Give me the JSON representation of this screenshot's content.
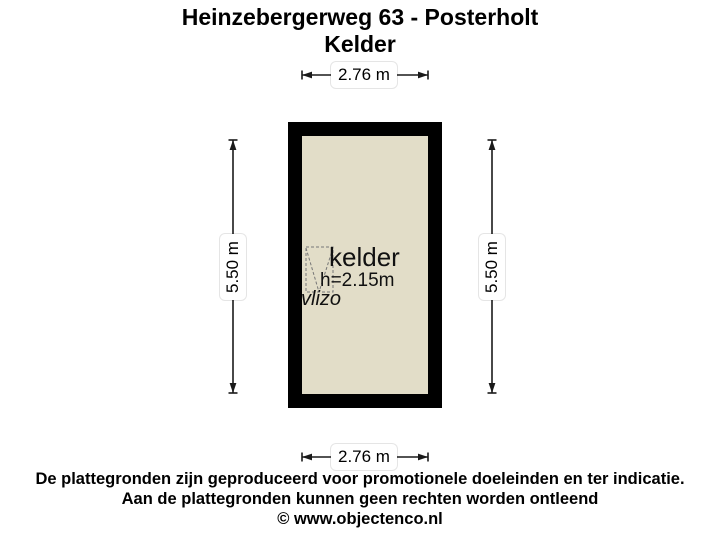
{
  "title": {
    "address": "Heinzebergerweg 63 - Posterholt",
    "floor": "Kelder"
  },
  "room": {
    "name": "kelder",
    "ceiling_height": "h=2.15m",
    "hatch_label": "vlizo"
  },
  "dimensions": {
    "width_top": "2.76 m",
    "width_bottom": "2.76 m",
    "height_left": "5.50 m",
    "height_right": "5.50 m"
  },
  "footer": {
    "disclaimer_line1": "De plattegronden zijn geproduceerd voor promotionele doeleinden en ter indicatie.",
    "disclaimer_line2": "Aan de plattegronden kunnen geen rechten worden ontleend",
    "credit": "© www.objectenco.nl"
  },
  "colors": {
    "background": "#ffffff",
    "wall": "#000000",
    "floor_fill": "#e2ddc8",
    "text": "#000000",
    "dimension_line": "#1a1a1a",
    "label_box": "#ffffff",
    "hatch_stroke": "#777777"
  }
}
